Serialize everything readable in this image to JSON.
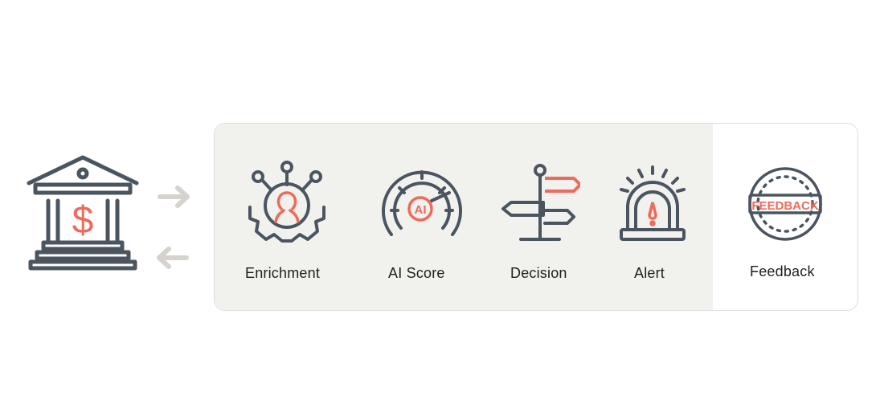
{
  "pipeline": {
    "stages": [
      {
        "label": "Enrichment",
        "icon": "gear-user-icon"
      },
      {
        "label": "AI Score",
        "icon": "gauge-icon"
      },
      {
        "label": "Decision",
        "icon": "signpost-icon"
      },
      {
        "label": "Alert",
        "icon": "siren-icon"
      },
      {
        "label": "Feedback",
        "icon": "feedback-stamp-icon"
      }
    ],
    "gauge_text": "AI",
    "stamp_text": "FEEDBACK"
  },
  "colors": {
    "dark": "#4a5560",
    "accent": "#ee6a5a",
    "arrow": "#d6d3ce",
    "panel": "#f1f1ee"
  }
}
